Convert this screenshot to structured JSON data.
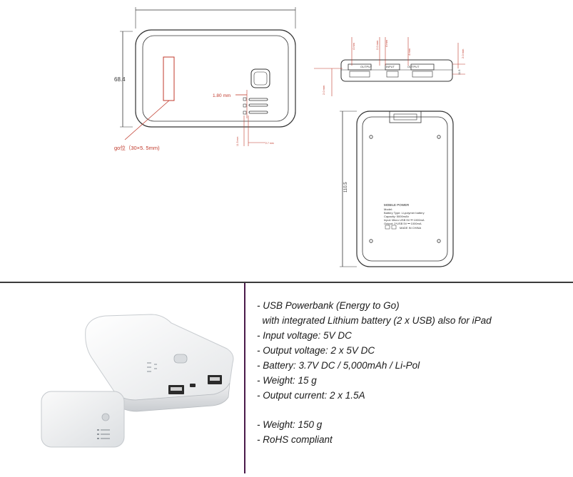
{
  "drawings": {
    "front": {
      "height_label": "68.4",
      "spacing_label": "1.80 mm",
      "bottom_label_1": "11.5 mm",
      "bottom_label_2": "2.7 mm",
      "logo_callout": "go位（30×5. 5mm)"
    },
    "side": {
      "port_labels": [
        "OUTPUT",
        "INPUT",
        "OUTPUT"
      ],
      "dims": [
        "4 mm",
        "2.0 mm",
        "4 mm",
        "4 mm",
        "2.0 mm",
        "2.0 mm",
        "11.5"
      ]
    },
    "back": {
      "height_label": "110.5",
      "label_lines": [
        "MOBILE POWER",
        "Model:",
        "Battery Type: Li-polymer battery",
        "Capacity: 5000mAh",
        "Input: Micro USB 5V ⎓ 1000mA",
        "Output: 2*USB 5V ⎓ 1000mA"
      ],
      "made_in": "MADE IN CHINA"
    }
  },
  "specs": {
    "lines": [
      "- USB Powerbank (Energy to Go)",
      "  with integrated Lithium battery (2 x USB) also for iPad",
      "- Input voltage: 5V DC",
      "- Output voltage: 2 x 5V DC",
      "- Battery: 3.7V DC / 5,000mAh / Li-Pol",
      "- Weight: 15 g",
      "- Output current: 2 x 1.5A"
    ],
    "extra_lines": [
      "- Weight: 150 g",
      "- RoHS compliant"
    ]
  },
  "colors": {
    "line": "#333333",
    "callout_red": "#c0392b",
    "divider": "#3a3a3a",
    "divider_vertical": "#4a1a4a"
  }
}
